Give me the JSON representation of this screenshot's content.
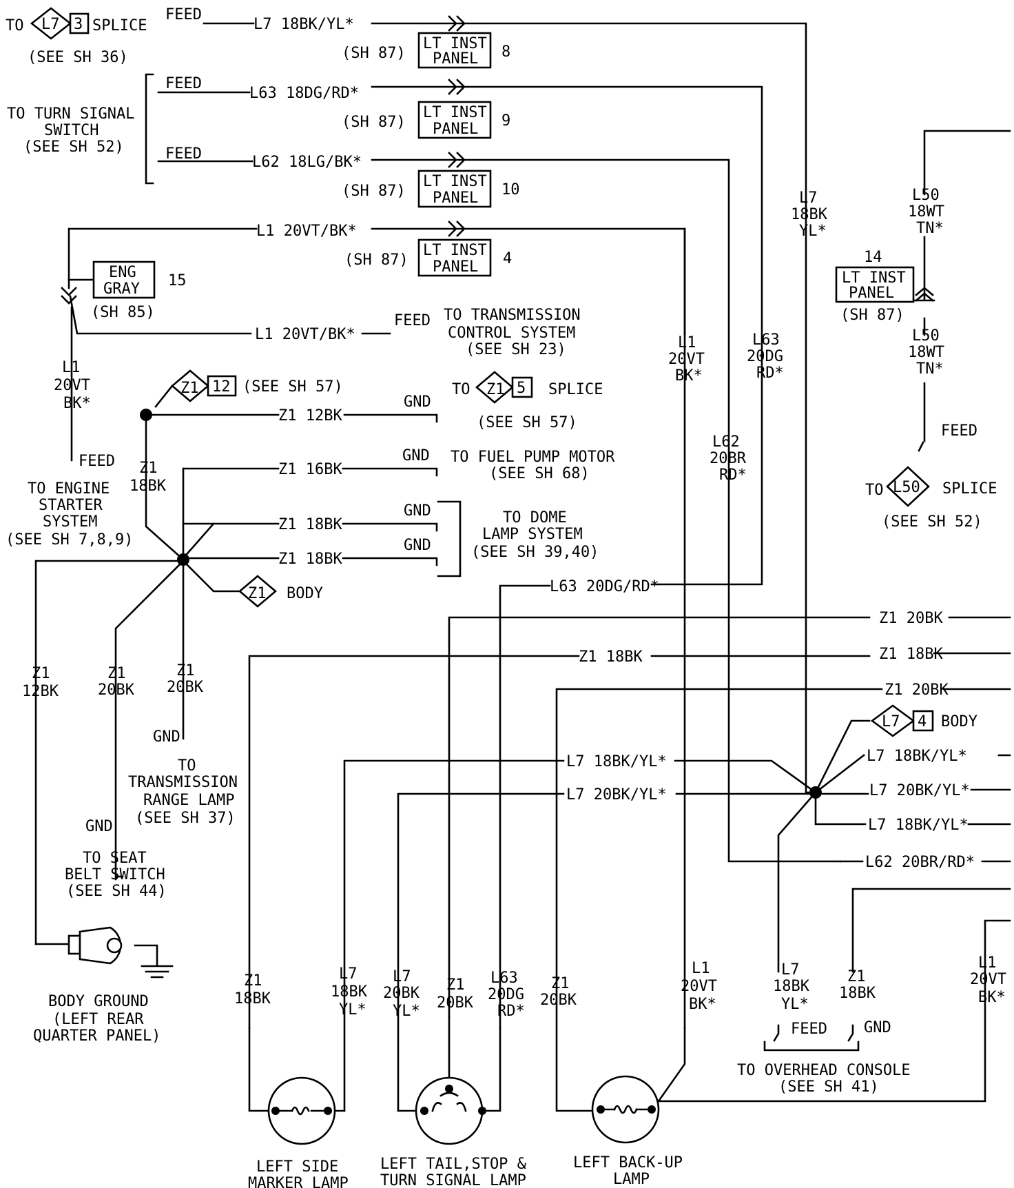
{
  "diagram": {
    "top_left": {
      "to_l7_splice": {
        "to": "TO",
        "connector": "L7",
        "pin": "3",
        "word": "SPLICE",
        "see": "(SEE SH 36)"
      },
      "l7_wire": "L7 18BK/YL*",
      "turn_signal": {
        "line1": "TO TURN SIGNAL",
        "line2": "SWITCH",
        "see": "(SEE SH 52)"
      },
      "l63_wire": "L63 18DG/RD*",
      "l62_wire": "L62 18LG/BK*",
      "l1_wire": "L1 20VT/BK*",
      "l1_wire2": "L1 20VT/BK*",
      "feed": "FEED"
    },
    "inst_panels": [
      {
        "sh": "(SH 87)",
        "line1": "LT INST",
        "line2": "PANEL",
        "pin": "8"
      },
      {
        "sh": "(SH 87)",
        "line1": "LT INST",
        "line2": "PANEL",
        "pin": "9"
      },
      {
        "sh": "(SH 87)",
        "line1": "LT INST",
        "line2": "PANEL",
        "pin": "10"
      },
      {
        "sh": "(SH 87)",
        "line1": "LT INST",
        "line2": "PANEL",
        "pin": "4"
      }
    ],
    "eng_gray": {
      "line1": "ENG",
      "line2": "GRAY",
      "pin": "15",
      "sh": "(SH 85)"
    },
    "trans_control": {
      "feed": "FEED",
      "line1": "TO TRANSMISSION",
      "line2": "CONTROL SYSTEM",
      "see": "(SEE SH 23)"
    },
    "left_l1": {
      "l1": "L1",
      "gauge": "20VT",
      "color": "BK*",
      "feed": "FEED"
    },
    "engine_starter": {
      "line1": "TO ENGINE",
      "line2": "STARTER",
      "line3": "SYSTEM",
      "see": "(SEE SH 7,8,9)"
    },
    "z1_12": {
      "connector": "Z1",
      "pin": "12",
      "see": "(SEE SH 57)"
    },
    "z1_12bk": "Z1 12BK",
    "z1_splice": {
      "gnd": "GND",
      "to": "TO",
      "connector": "Z1",
      "pin": "5",
      "word": "SPLICE",
      "see": "(SEE SH 57)"
    },
    "z1_18bk_vert": {
      "name": "Z1",
      "gauge": "18BK"
    },
    "fuel_pump": {
      "wire": "Z1 16BK",
      "gnd": "GND",
      "line1": "TO FUEL PUMP MOTOR",
      "see": "(SEE SH 68)"
    },
    "dome": {
      "wire1": "Z1 18BK",
      "wire2": "Z1 18BK",
      "gnd1": "GND",
      "gnd2": "GND",
      "line1": "TO DOME",
      "line2": "LAMP SYSTEM",
      "see": "(SEE SH 39,40)"
    },
    "body_z1": {
      "connector": "Z1",
      "word": "BODY"
    },
    "center_l63": "L63 20DG/RD*",
    "ground_branches": {
      "z1_12bk": {
        "name": "Z1",
        "gauge": "12BK"
      },
      "z1_20bk_a": {
        "name": "Z1",
        "gauge": "20BK"
      },
      "z1_20bk_b": {
        "name": "Z1",
        "gauge": "20BK"
      },
      "gnd_range": "GND",
      "range_lamp": {
        "line1": "TO",
        "line2": "TRANSMISSION",
        "line3": "RANGE LAMP",
        "see": "(SEE SH 37)"
      },
      "gnd_seat": "GND",
      "seat_belt": {
        "line1": "TO SEAT",
        "line2": "BELT SWITCH",
        "see": "(SEE SH 44)"
      }
    },
    "body_ground": {
      "line1": "BODY GROUND",
      "line2": "(LEFT REAR",
      "line3": "QUARTER PANEL)"
    },
    "vertical_labels": {
      "l7": {
        "name": "L7",
        "gauge": "18BK",
        "color": "YL*"
      },
      "l1": {
        "name": "L1",
        "gauge": "20VT",
        "color": "BK*"
      },
      "l63": {
        "name": "L63",
        "gauge": "20DG",
        "color": "RD*"
      },
      "l62": {
        "name": "L62",
        "gauge": "20BR",
        "color": "RD*"
      }
    },
    "right_l50": {
      "top": {
        "name": "L50",
        "gauge": "18WT",
        "color": "TN*"
      },
      "panel": {
        "pin": "14",
        "line1": "LT INST",
        "line2": "PANEL",
        "sh": "(SH 87)"
      },
      "bottom": {
        "name": "L50",
        "gauge": "18WT",
        "color": "TN*"
      },
      "feed": "FEED",
      "splice": {
        "to": "TO",
        "connector": "L50",
        "word": "SPLICE",
        "see": "(SEE SH 52)"
      }
    },
    "right_wires": {
      "z1_20bk_1": "Z1 20BK",
      "z1_18bk_mid": "Z1 18BK",
      "z1_18bk_right": "Z1 18BK",
      "z1_20bk_2": "Z1 20BK",
      "l7_body": {
        "connector": "L7",
        "pin": "4",
        "word": "BODY"
      },
      "l7_18bkyl_left": "L7 18BK/YL*",
      "l7_20bkyl_left": "L7 20BK/YL*",
      "l7_18bkyl_r1": "L7 18BK/YL*",
      "l7_20bkyl_r": "L7 20BK/YL*",
      "l7_18bkyl_r2": "L7 18BK/YL*",
      "l62_20brrd": "L62 20BR/RD*"
    },
    "bottom_labels": {
      "z1_18bk": {
        "name": "Z1",
        "gauge": "18BK"
      },
      "l7_18bk": {
        "name": "L7",
        "gauge": "18BK",
        "color": "YL*"
      },
      "l7_20bk": {
        "name": "L7",
        "gauge": "20BK",
        "color": "YL*"
      },
      "z1_20bk_tail": {
        "name": "Z1",
        "gauge": "20BK"
      },
      "l63_20dg": {
        "name": "L63",
        "gauge": "20DG",
        "color": "RD*"
      },
      "z1_20bk_backup": {
        "name": "Z1",
        "gauge": "20BK"
      },
      "l1_20vt": {
        "name": "L1",
        "gauge": "20VT",
        "color": "BK*"
      },
      "l7_overhead": {
        "name": "L7",
        "gauge": "18BK",
        "color": "YL*"
      },
      "z1_overhead": {
        "name": "Z1",
        "gauge": "18BK"
      },
      "feed": "FEED",
      "gnd": "GND",
      "overhead": {
        "line1": "TO OVERHEAD CONSOLE",
        "see": "(SEE SH 41)"
      },
      "l1_right": {
        "name": "L1",
        "gauge": "20VT",
        "color": "BK*"
      }
    },
    "lamps": {
      "side_marker": {
        "line1": "LEFT SIDE",
        "line2": "MARKER LAMP"
      },
      "tail_stop": {
        "line1": "LEFT TAIL,STOP &",
        "line2": "TURN SIGNAL LAMP"
      },
      "backup": {
        "line1": "LEFT BACK-UP",
        "line2": "LAMP"
      }
    }
  }
}
